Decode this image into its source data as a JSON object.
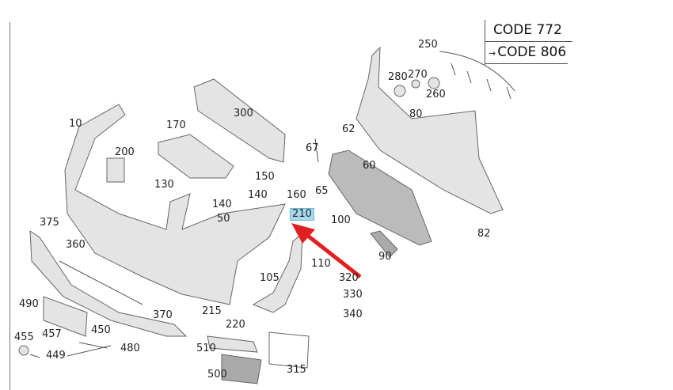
{
  "codes": {
    "code1": "CODE 772",
    "code2": "CODE 806"
  },
  "callouts": {
    "p10": "10",
    "p200": "200",
    "p170": "170",
    "p300": "300",
    "p130": "130",
    "p140a": "140",
    "p50": "50",
    "p150": "150",
    "p140b": "140",
    "p160": "160",
    "p210": "210",
    "p100": "100",
    "p67": "67",
    "p65": "65",
    "p62": "62",
    "p60": "60",
    "p250": "250",
    "p280": "280",
    "p270": "270",
    "p260": "260",
    "p80": "80",
    "p82": "82",
    "p90": "90",
    "p110": "110",
    "p105": "105",
    "p320": "320",
    "p330": "330",
    "p340": "340",
    "p375": "375",
    "p360": "360",
    "p490": "490",
    "p370": "370",
    "p450": "450",
    "p457": "457",
    "p455": "455",
    "p449": "449",
    "p480": "480",
    "p215": "215",
    "p220": "220",
    "p510": "510",
    "p500": "500",
    "p315": "315"
  },
  "highlight": {
    "part": "210",
    "color": "#a8d8ec",
    "arrow_color": "#e02020"
  }
}
